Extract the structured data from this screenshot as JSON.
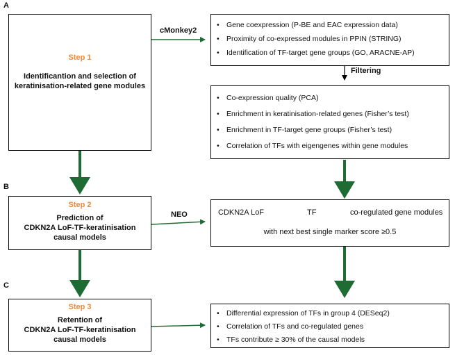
{
  "sections": [
    "A",
    "B",
    "C"
  ],
  "steps": [
    {
      "label": "Step 1",
      "desc": [
        "Identificantion and selection of",
        "keratinisation-related gene modules"
      ]
    },
    {
      "label": "Step 2",
      "desc": [
        "Prediction of",
        "CDKN2A LoF-TF-keratinisation",
        "causal models"
      ]
    },
    {
      "label": "Step 3",
      "desc": [
        "Retention of",
        "CDKN2A LoF-TF-keratinisation",
        "causal models"
      ]
    }
  ],
  "edge_labels": {
    "cmonkey": "cMonkey2",
    "filtering": "Filtering",
    "neo": "NEO"
  },
  "box_a1": [
    "Gene coexpression (P-BE and EAC expression data)",
    "Proximity of co-expressed modules in PPIN (STRING)",
    "Identification of TF-target gene groups (GO, ARACNE-AP)"
  ],
  "box_a2": [
    "Co-expression quality  (PCA)",
    "Enrichment in keratinisation-related genes (Fisher’s test)",
    "Enrichment in TF-target gene groups (Fisher’s test)",
    "Correlation of TFs with eigengenes within gene modules"
  ],
  "box_b": {
    "chain": [
      "CDKN2A LoF",
      "TF",
      "co-regulated gene modules"
    ],
    "note": "with next best single marker score ≥0.5"
  },
  "box_c": [
    "Differential expression of TFs in group 4 (DESeq2)",
    "Correlation of TFs and co-regulated genes",
    "TFs contribute ≥ 30% of the causal models"
  ],
  "colors": {
    "arrow": "#1e6b34",
    "step": "#f0883a",
    "border": "#000000"
  }
}
